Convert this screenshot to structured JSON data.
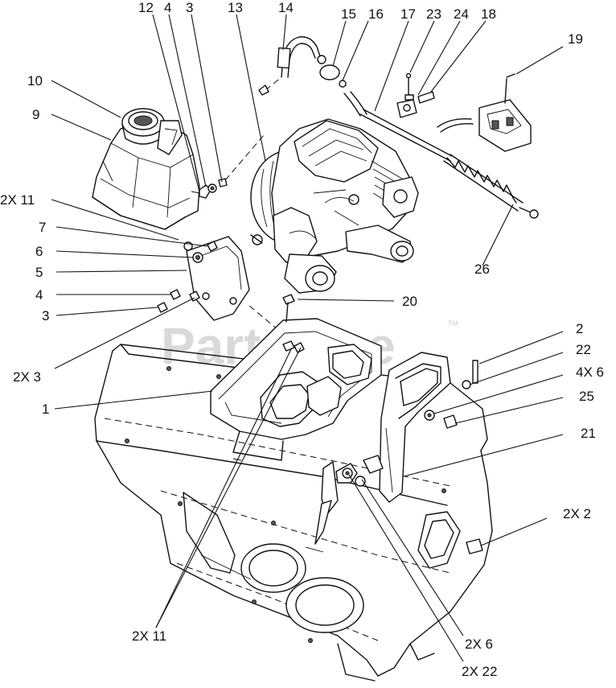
{
  "watermark": {
    "text": "PartsTree",
    "trademark": "TM"
  },
  "callouts": {
    "c12": "12",
    "c4_top": "4",
    "c3_top": "3",
    "c13": "13",
    "c14": "14",
    "c15": "15",
    "c16": "16",
    "c17": "17",
    "c23": "23",
    "c24": "24",
    "c18": "18",
    "c19": "19",
    "c10": "10",
    "c9": "9",
    "c2x11_top": "2X 11",
    "c7": "7",
    "c6": "6",
    "c5": "5",
    "c4_left": "4",
    "c3_left": "3",
    "c20": "20",
    "c26": "26",
    "c2": "2",
    "c22": "22",
    "c4x6": "4X 6",
    "c25": "25",
    "c2x3": "2X 3",
    "c1": "1",
    "c21": "21",
    "c2x2": "2X 2",
    "c2x11_bottom": "2X 11",
    "c2x6": "2X 6",
    "c2x22": "2X 22"
  }
}
